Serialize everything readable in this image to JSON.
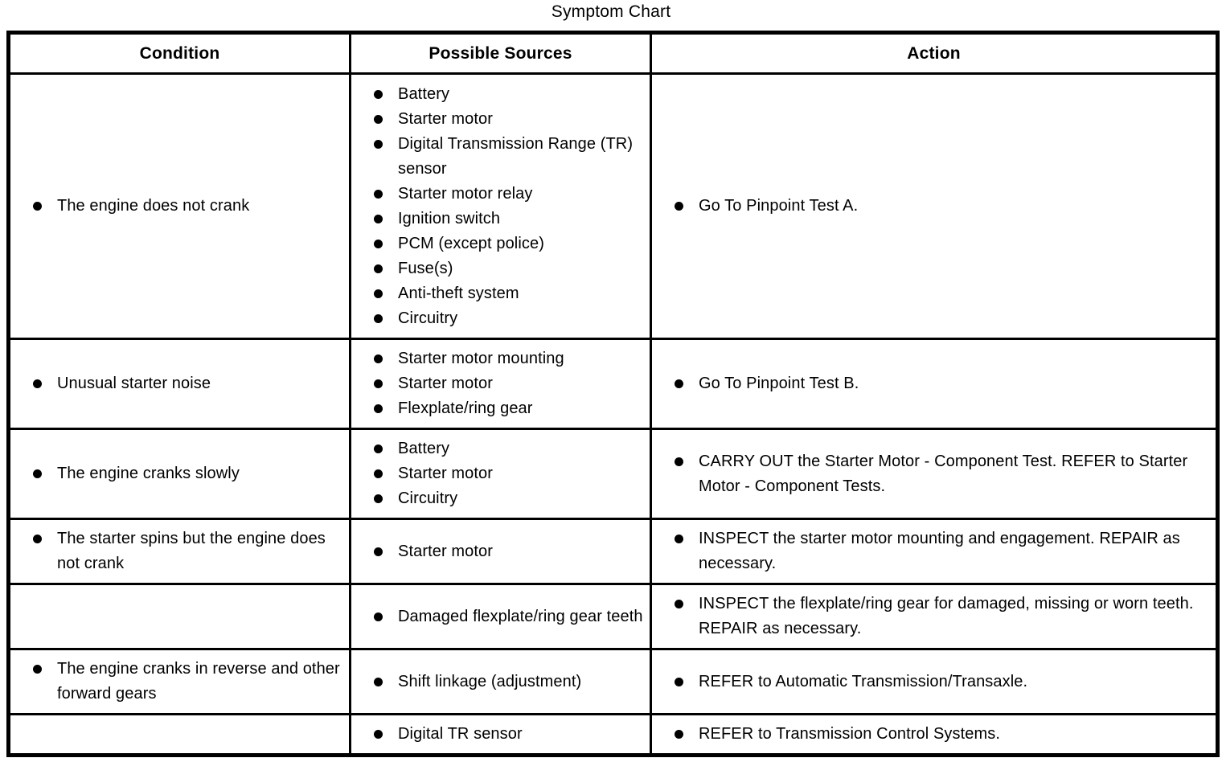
{
  "title": "Symptom Chart",
  "columns": [
    "Condition",
    "Possible Sources",
    "Action"
  ],
  "bullet_color": "#000000",
  "rows": [
    {
      "condition": [
        "The engine does not crank"
      ],
      "sources": [
        "Battery",
        "Starter motor",
        "Digital Transmission Range (TR) sensor",
        "Starter motor relay",
        "Ignition switch",
        "PCM (except police)",
        "Fuse(s)",
        "Anti-theft system",
        "Circuitry"
      ],
      "actions": [
        "Go To Pinpoint Test A."
      ]
    },
    {
      "condition": [
        "Unusual starter noise"
      ],
      "sources": [
        "Starter motor mounting",
        "Starter motor",
        "Flexplate/ring gear"
      ],
      "actions": [
        "Go To Pinpoint Test B."
      ]
    },
    {
      "condition": [
        "The engine cranks slowly"
      ],
      "sources": [
        "Battery",
        "Starter motor",
        "Circuitry"
      ],
      "actions": [
        "CARRY OUT the Starter Motor - Component Test. REFER to Starter Motor - Component Tests."
      ]
    },
    {
      "condition": [
        "The starter spins but the engine does not crank"
      ],
      "sources": [
        "Starter motor"
      ],
      "actions": [
        "INSPECT the starter motor mounting and engagement. REPAIR as necessary."
      ]
    },
    {
      "condition": [],
      "sources": [
        "Damaged flexplate/ring gear teeth"
      ],
      "actions": [
        "INSPECT the flexplate/ring gear for damaged, missing or worn teeth. REPAIR as necessary."
      ]
    },
    {
      "condition": [
        "The engine cranks in reverse and other forward gears"
      ],
      "sources": [
        "Shift linkage (adjustment)"
      ],
      "actions": [
        "REFER to Automatic Transmission/Transaxle."
      ]
    },
    {
      "condition": [],
      "sources": [
        "Digital TR sensor"
      ],
      "actions": [
        "REFER to Transmission Control Systems."
      ]
    }
  ]
}
